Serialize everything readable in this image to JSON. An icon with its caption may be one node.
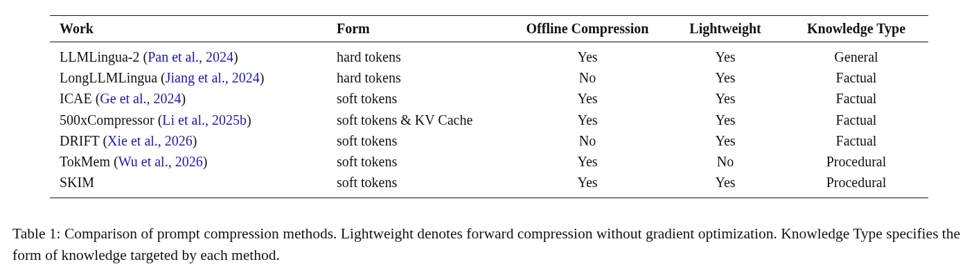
{
  "diagram": {
    "caption": "Table 1: Comparison of prompt compression methods. Lightweight denotes forward compression without gradient optimization. Knowledge Type specifies the form of knowledge targeted by each method.",
    "labels": [
      "Work",
      "Form",
      "Offline Compression",
      "Lightweight",
      "Knowledge Type",
      "LLMLingua-2 (Pan et al., 2024)",
      "hard tokens",
      "Yes",
      "Yes",
      "General",
      "LongLLMLingua (Jiang et al., 2024)",
      "hard tokens",
      "No",
      "Yes",
      "Factual",
      "ICAE (Ge et al., 2024)",
      "soft tokens",
      "Yes",
      "Yes",
      "Factual",
      "500xCompressor (Li et al., 2025b)",
      "soft tokens & KV Cache",
      "Yes",
      "Yes",
      "Factual",
      "DRIFT (Xie et al., 2026)",
      "soft tokens",
      "No",
      "Yes",
      "Factual",
      "TokMem (Wu et al., 2026)",
      "soft tokens",
      "Yes",
      "No",
      "Procedural",
      "SKIM",
      "soft tokens",
      "Yes",
      "Yes",
      "Procedural"
    ]
  }
}
